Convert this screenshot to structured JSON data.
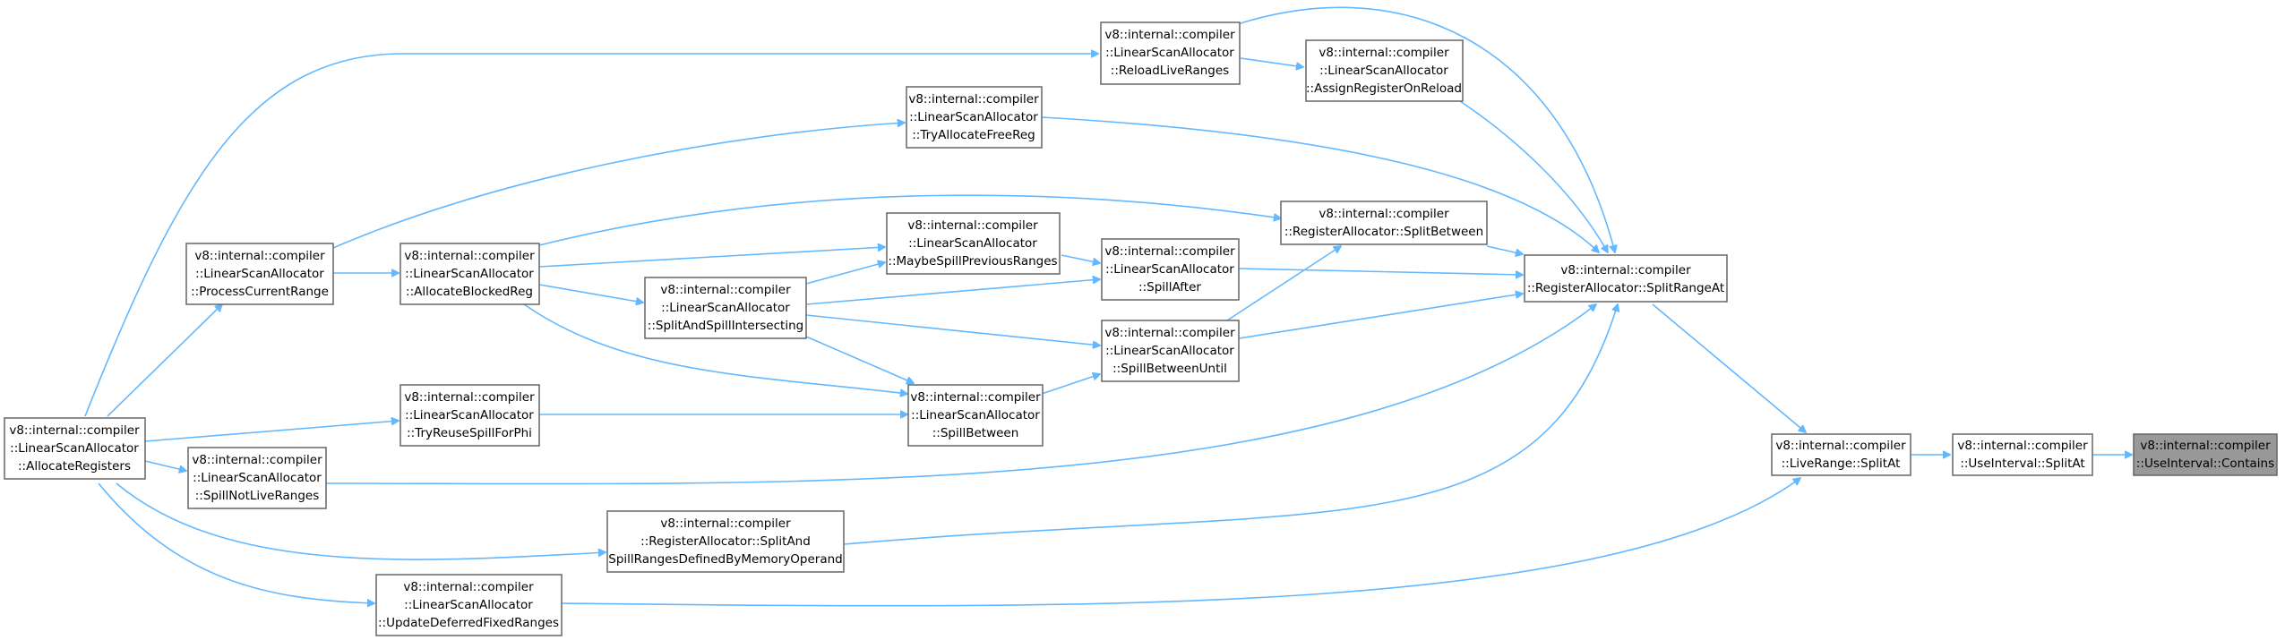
{
  "nodes": {
    "contains": [
      "v8::internal::compiler",
      "::UseInterval::Contains"
    ],
    "ui_splitat": [
      "v8::internal::compiler",
      "::UseInterval::SplitAt"
    ],
    "lr_splitat": [
      "v8::internal::compiler",
      "::LiveRange::SplitAt"
    ],
    "splitrangeat": [
      "v8::internal::compiler",
      "::RegisterAllocator::SplitRangeAt"
    ],
    "reloadliveranges": [
      "v8::internal::compiler",
      "::LinearScanAllocator",
      "::ReloadLiveRanges"
    ],
    "assignregonreload": [
      "v8::internal::compiler",
      "::LinearScanAllocator",
      "::AssignRegisterOnReload"
    ],
    "tryallocatefreereg": [
      "v8::internal::compiler",
      "::LinearScanAllocator",
      "::TryAllocateFreeReg"
    ],
    "ra_splitbetween": [
      "v8::internal::compiler",
      "::RegisterAllocator::SplitBetween"
    ],
    "maybespillprev": [
      "v8::internal::compiler",
      "::LinearScanAllocator",
      "::MaybeSpillPreviousRanges"
    ],
    "spillafter": [
      "v8::internal::compiler",
      "::LinearScanAllocator",
      "::SpillAfter"
    ],
    "spillbetweenuntil": [
      "v8::internal::compiler",
      "::LinearScanAllocator",
      "::SpillBetweenUntil"
    ],
    "spillbetween": [
      "v8::internal::compiler",
      "::LinearScanAllocator",
      "::SpillBetween"
    ],
    "splitandspillint": [
      "v8::internal::compiler",
      "::LinearScanAllocator",
      "::SplitAndSpillIntersecting"
    ],
    "allocateblockedreg": [
      "v8::internal::compiler",
      "::LinearScanAllocator",
      "::AllocateBlockedReg"
    ],
    "processcurrentrange": [
      "v8::internal::compiler",
      "::LinearScanAllocator",
      "::ProcessCurrentRange"
    ],
    "tryreusespillforphi": [
      "v8::internal::compiler",
      "::LinearScanAllocator",
      "::TryReuseSpillForPhi"
    ],
    "spillnotliveranges": [
      "v8::internal::compiler",
      "::LinearScanAllocator",
      "::SpillNotLiveRanges"
    ],
    "splitandspillmem": [
      "v8::internal::compiler",
      "::RegisterAllocator::SplitAnd",
      "SpillRangesDefinedByMemoryOperand"
    ],
    "updatedeferredfixed": [
      "v8::internal::compiler",
      "::LinearScanAllocator",
      "::UpdateDeferredFixedRanges"
    ],
    "allocateregisters": [
      "v8::internal::compiler",
      "::LinearScanAllocator",
      "::AllocateRegisters"
    ]
  },
  "colors": {
    "edge": "#63b8ff",
    "node_border": "#666666",
    "highlight_fill": "#999999"
  }
}
